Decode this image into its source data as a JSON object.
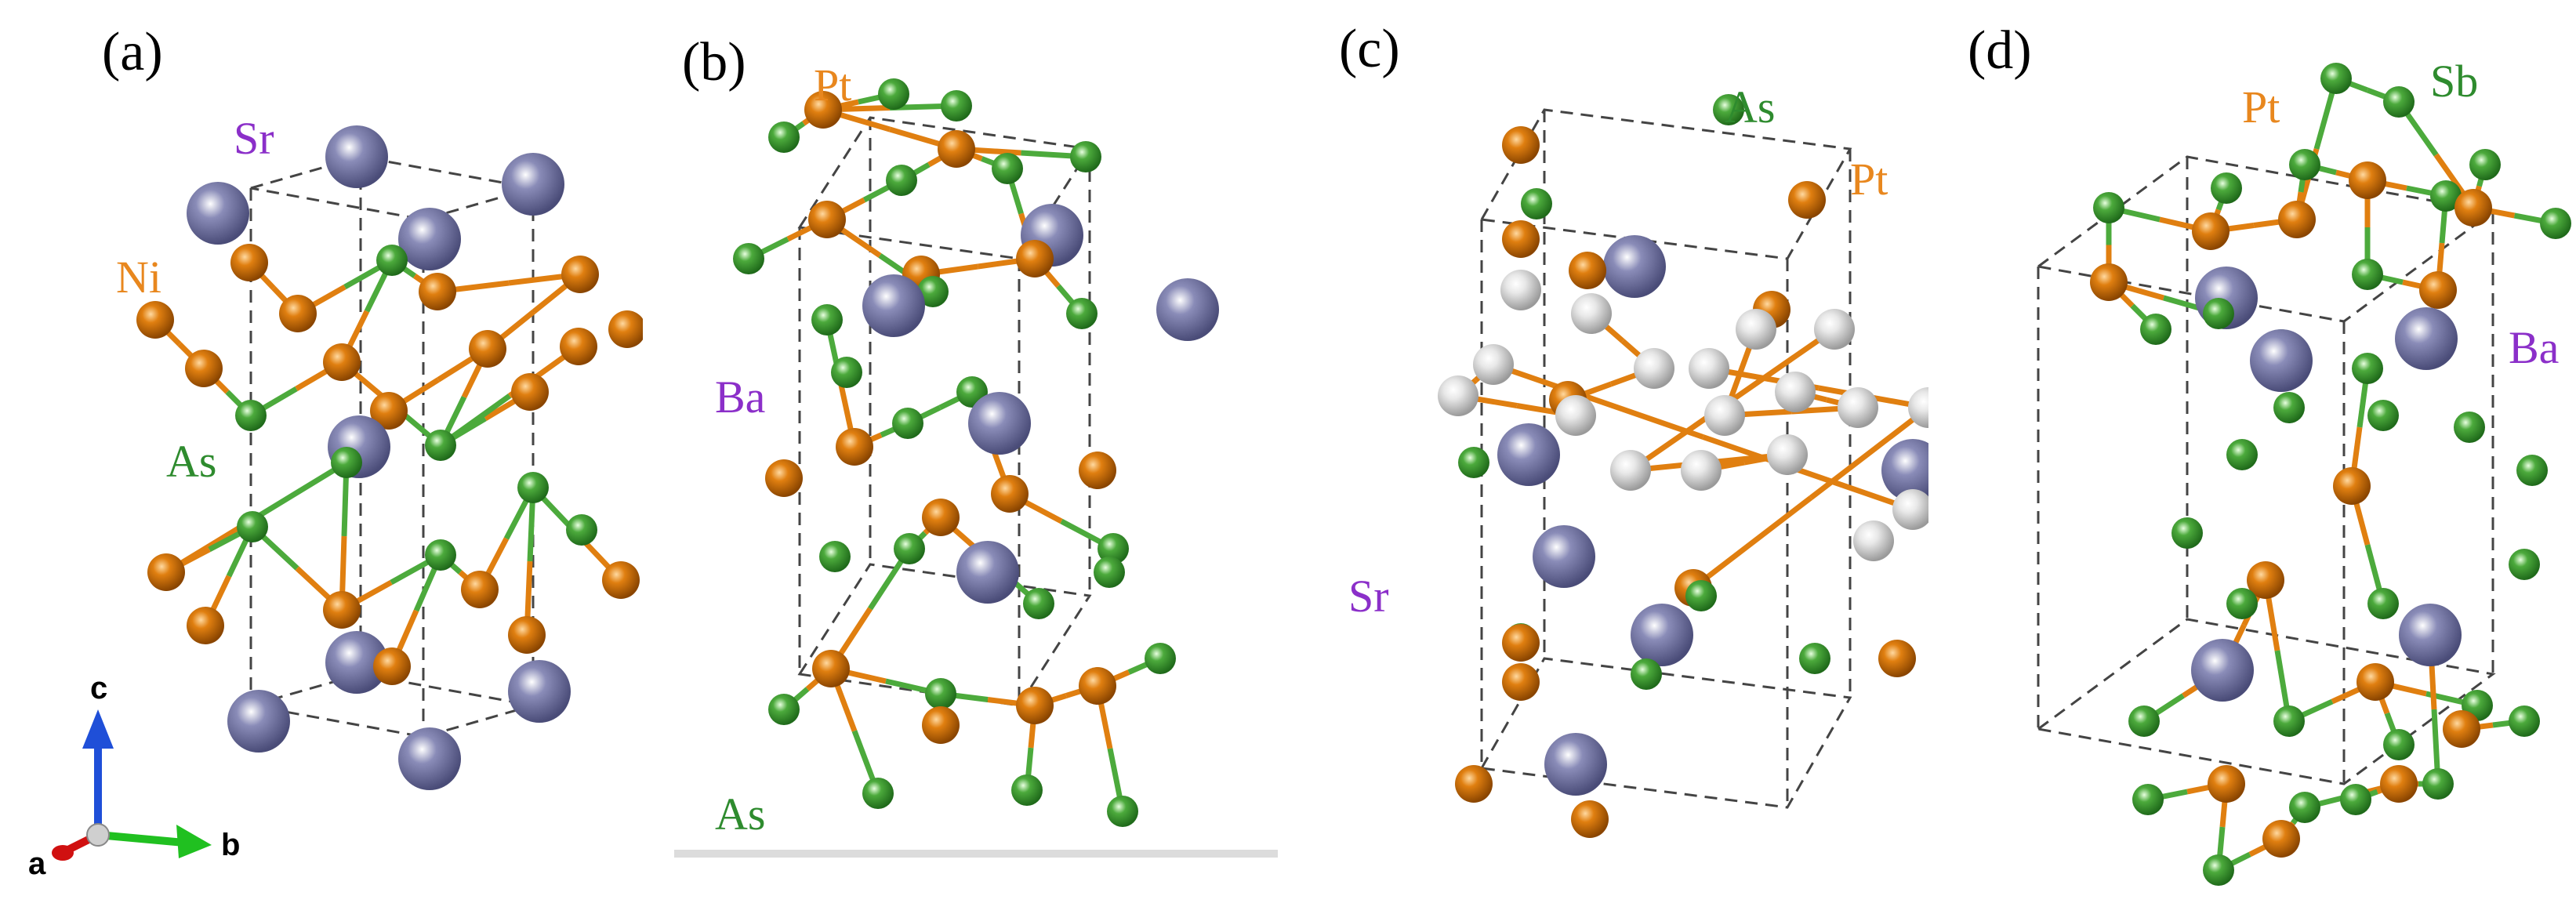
{
  "colors": {
    "Sr": "#8a8cb8",
    "Ba": "#8a8cb8",
    "Ni": "#e07f10",
    "Pt": "#e07f10",
    "As": "#4caa3c",
    "Sb": "#4caa3c",
    "label_purple": "#8b2fc9",
    "label_orange": "#e8871e",
    "label_green": "#2e8b2e"
  },
  "panels": [
    {
      "label": "(a)",
      "elements": [
        "Sr",
        "Ni",
        "As"
      ]
    },
    {
      "label": "(b)",
      "elements": [
        "Pt",
        "Ba",
        "As"
      ]
    },
    {
      "label": "(c)",
      "elements": [
        "As",
        "Pt",
        "Sr"
      ]
    },
    {
      "label": "(d)",
      "elements": [
        "Pt",
        "Sb",
        "Ba"
      ]
    }
  ],
  "axes": {
    "a": "a",
    "b": "b",
    "c": "c"
  }
}
